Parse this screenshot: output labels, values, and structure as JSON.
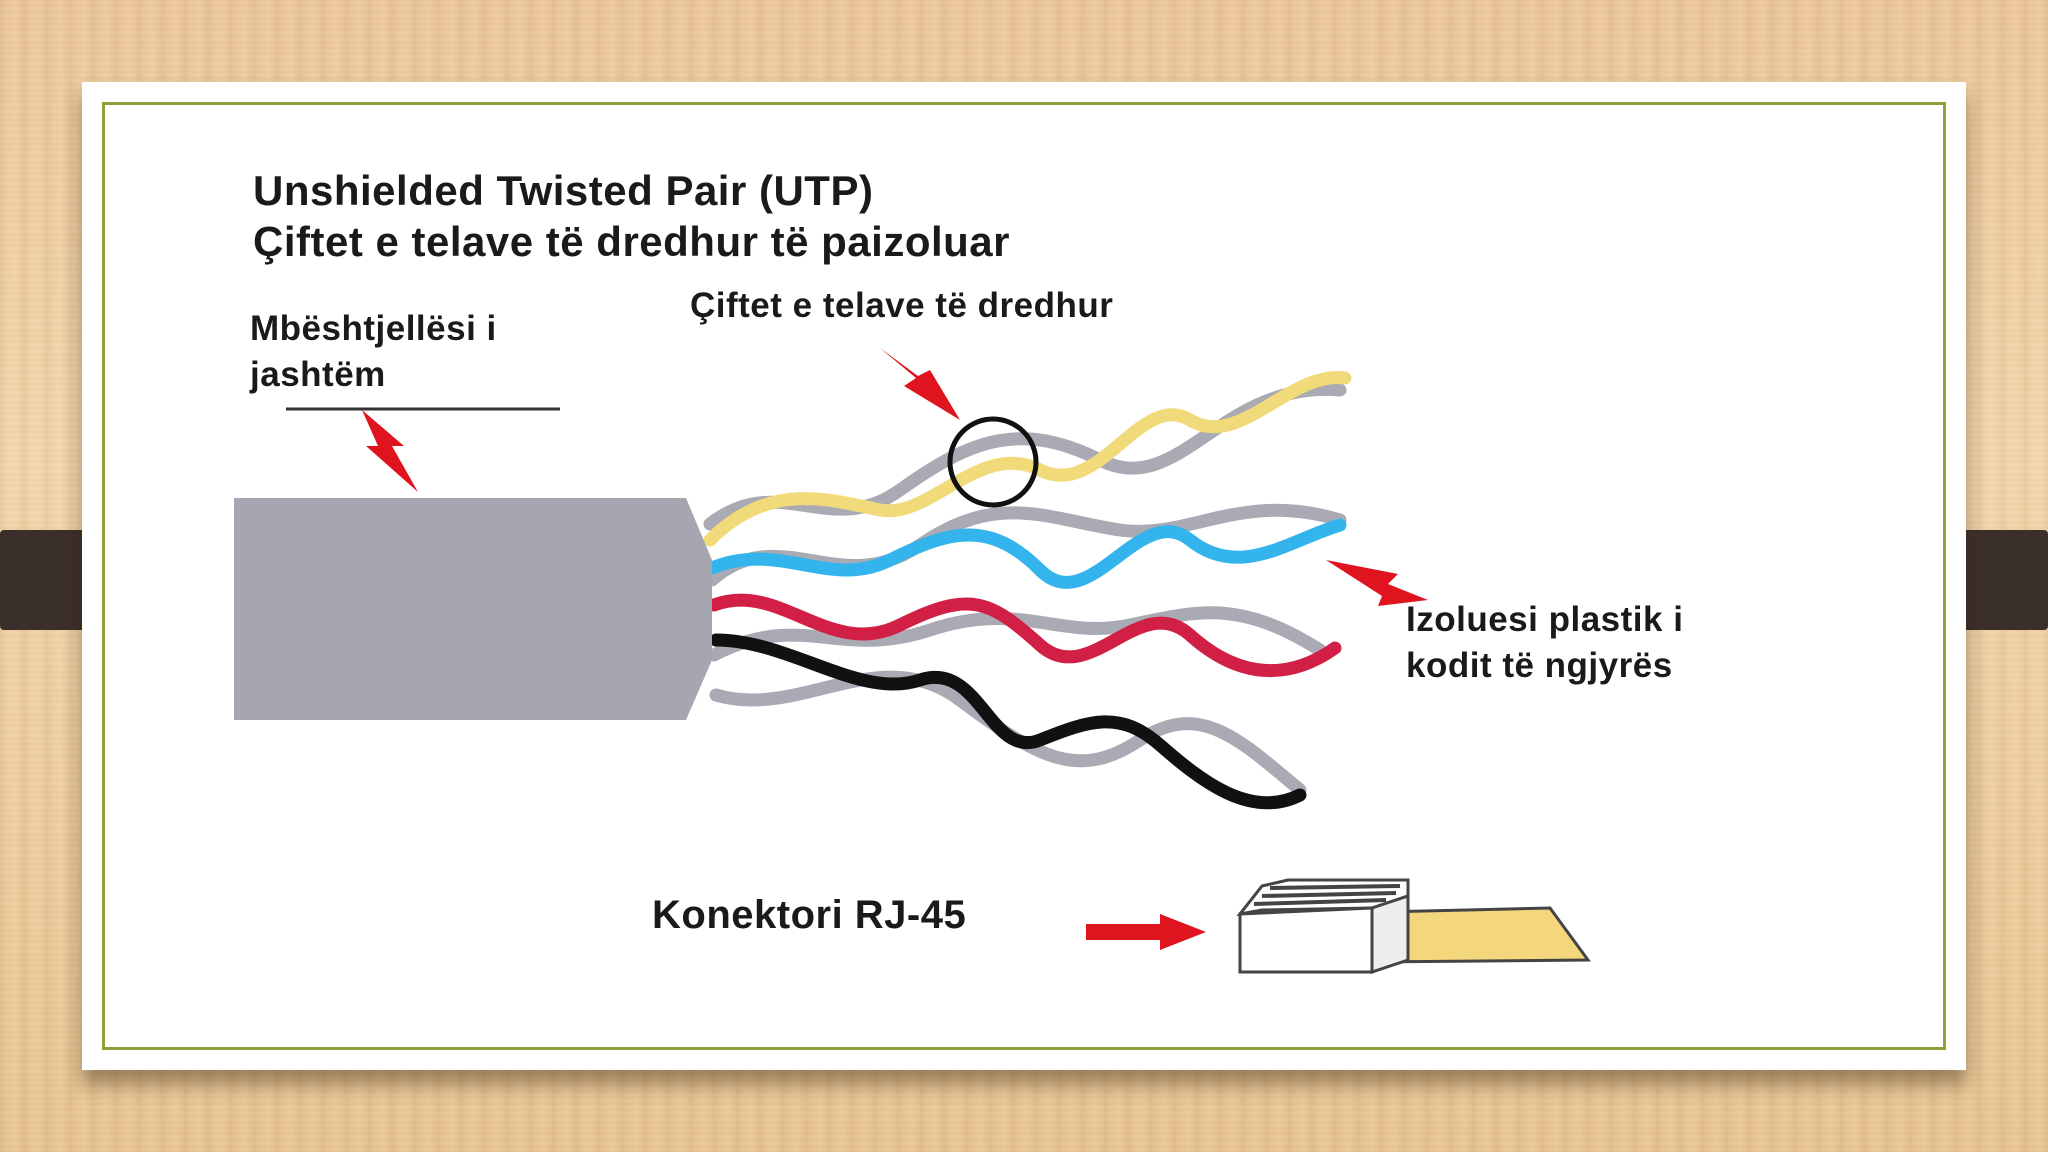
{
  "title_line1": "Unshielded Twisted Pair (UTP)",
  "title_line2": "Çiftet e telave të dredhur të paizoluar",
  "labels": {
    "outer_jacket_line1": "Mbështjellësi i",
    "outer_jacket_line2": "jashtëm",
    "twisted_pairs": "Çiftet e telave të dredhur",
    "insulation_line1": "Izoluesi plastik i",
    "insulation_line2": "kodit të ngjyrës",
    "connector": "Konektori RJ-45"
  },
  "colors": {
    "wire_yellow": "#f1da7a",
    "wire_blue": "#33b4ec",
    "wire_red": "#d11f45",
    "wire_black": "#111111",
    "wire_gray": "#a9aab3",
    "jacket": "#a6a6b0",
    "arrow": "#e0141e",
    "frame": "#8aa23a",
    "connector_tab": "#f4d77c"
  }
}
